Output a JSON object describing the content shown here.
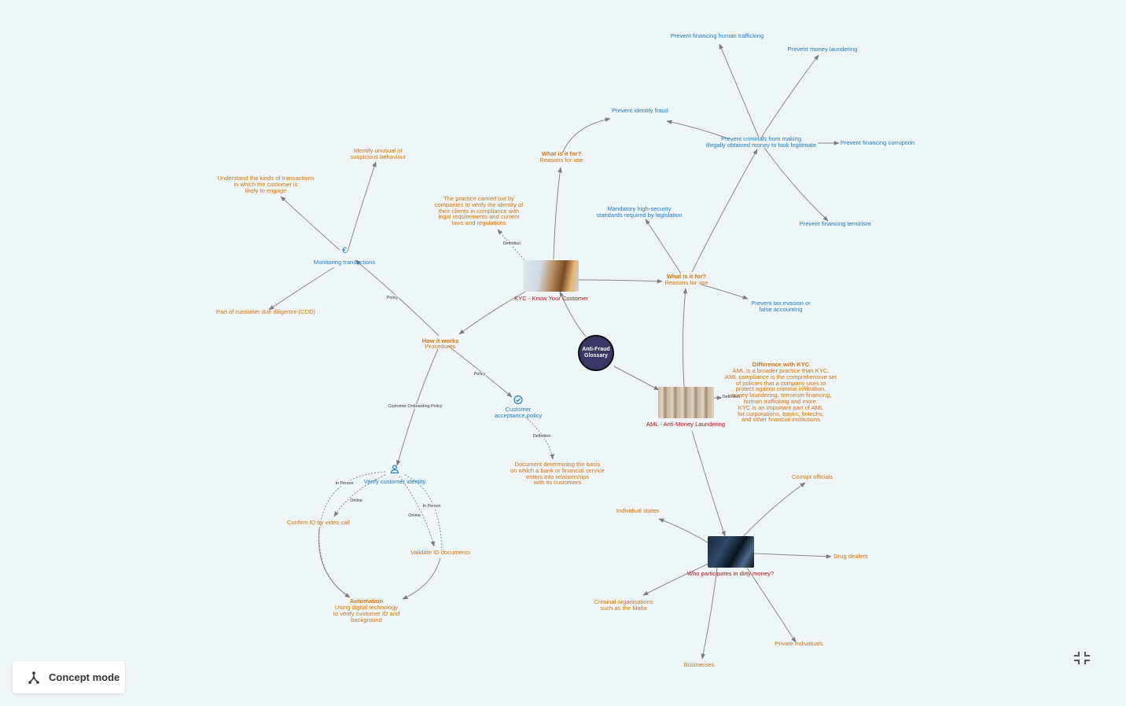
{
  "center": {
    "label": "Anti-Fraud\nGlossary"
  },
  "kyc": {
    "label": "KYC - Know Your Customer",
    "edge_definition": "Definition",
    "definition": "The practice carried out by\ncompanies to verify the identity of\ntheir clients in compliance with\nlegal requirements and current\nlaws and regulations",
    "what_for_title": "What is it for?",
    "what_for_sub": "Reasons for use",
    "prevent_identity_fraud": "Prevent identity fraud"
  },
  "aml": {
    "label": "AML - Anti-Money Laundering",
    "edge_definition": "Definition",
    "difference_title": "Difference with KYC",
    "difference_text": "AML is a broader practice than KYC.\nAML compliance is the comprehensive set\nof policies that a company uses to\nprotect against criminal infiltration,\nmoney laundering, terrorism financing,\nhuman trafficking and more.\nKYC is an important part of AML\nfor corporations, banks, fintechs,\nand other financial institutions",
    "what_for_title": "What is it for?",
    "what_for_sub": "Reasons for use",
    "mandatory": "Mandatory high-security\nstandards required by legislation",
    "prevent_tax": "Prevent tax evasion or\nfalse accounting",
    "prevent_criminals": "Prevent criminals from making\nillegally obtained money to look legitimate",
    "prevent_trafficking": "Prevent financing human trafficking",
    "prevent_laundering": "Prevent money laundering",
    "prevent_corruption": "Prevent financing corruption",
    "prevent_terrorism": "Prevent financing terrorism"
  },
  "dirty": {
    "label": "Who participates in dirty money?",
    "corrupt": "Corrupt officials",
    "states": "Individual states",
    "drug": "Drug dealers",
    "criminal": "Criminal organisations\nsuch as the Mafia",
    "private": "Private individuals",
    "businesses": "Businesses"
  },
  "how": {
    "title": "How it works",
    "sub": "Procedures",
    "edge_policy_a": "Policy",
    "edge_policy_b": "Policy",
    "edge_onboarding": "Customer Onboarding Policy",
    "monitoring": "Monitoring transactions",
    "identify": "Identify unusual or\nsuspicious behaviour",
    "understand": "Understand the kinds of transactions\nin which the customer is\nlikely to engage",
    "cdd": "Part of customer due diligence (CDD)",
    "acceptance": "Customer\nacceptance policy",
    "edge_definition": "Definition",
    "acceptance_def": "Document determining the basis\non which a bank or financial service\nenters into relationships\nwith its customers",
    "verify": "Verify customer identity",
    "edge_in_person_a": "In Person",
    "edge_online_a": "Online",
    "edge_in_person_b": "In Person",
    "edge_online_b": "Online",
    "confirm_video": "Confirm ID by video call",
    "validate_docs": "Validate ID documents",
    "automation_title": "Automation",
    "automation_text": "Using digital technology\nto verify customer ID and\nbackground"
  },
  "controls": {
    "concept_mode": "Concept mode"
  },
  "icons": {
    "monitoring": "euro-icon",
    "acceptance": "check-badge-icon",
    "verify": "person-icon",
    "concept": "graph-icon",
    "shrink": "collapse-icon"
  },
  "colors": {
    "blue": "#1d7fd0",
    "orange": "#d9730d",
    "red": "#b01616",
    "center": "#3a3766",
    "edge": "#8a8a8a",
    "background": "#eff4f7"
  }
}
